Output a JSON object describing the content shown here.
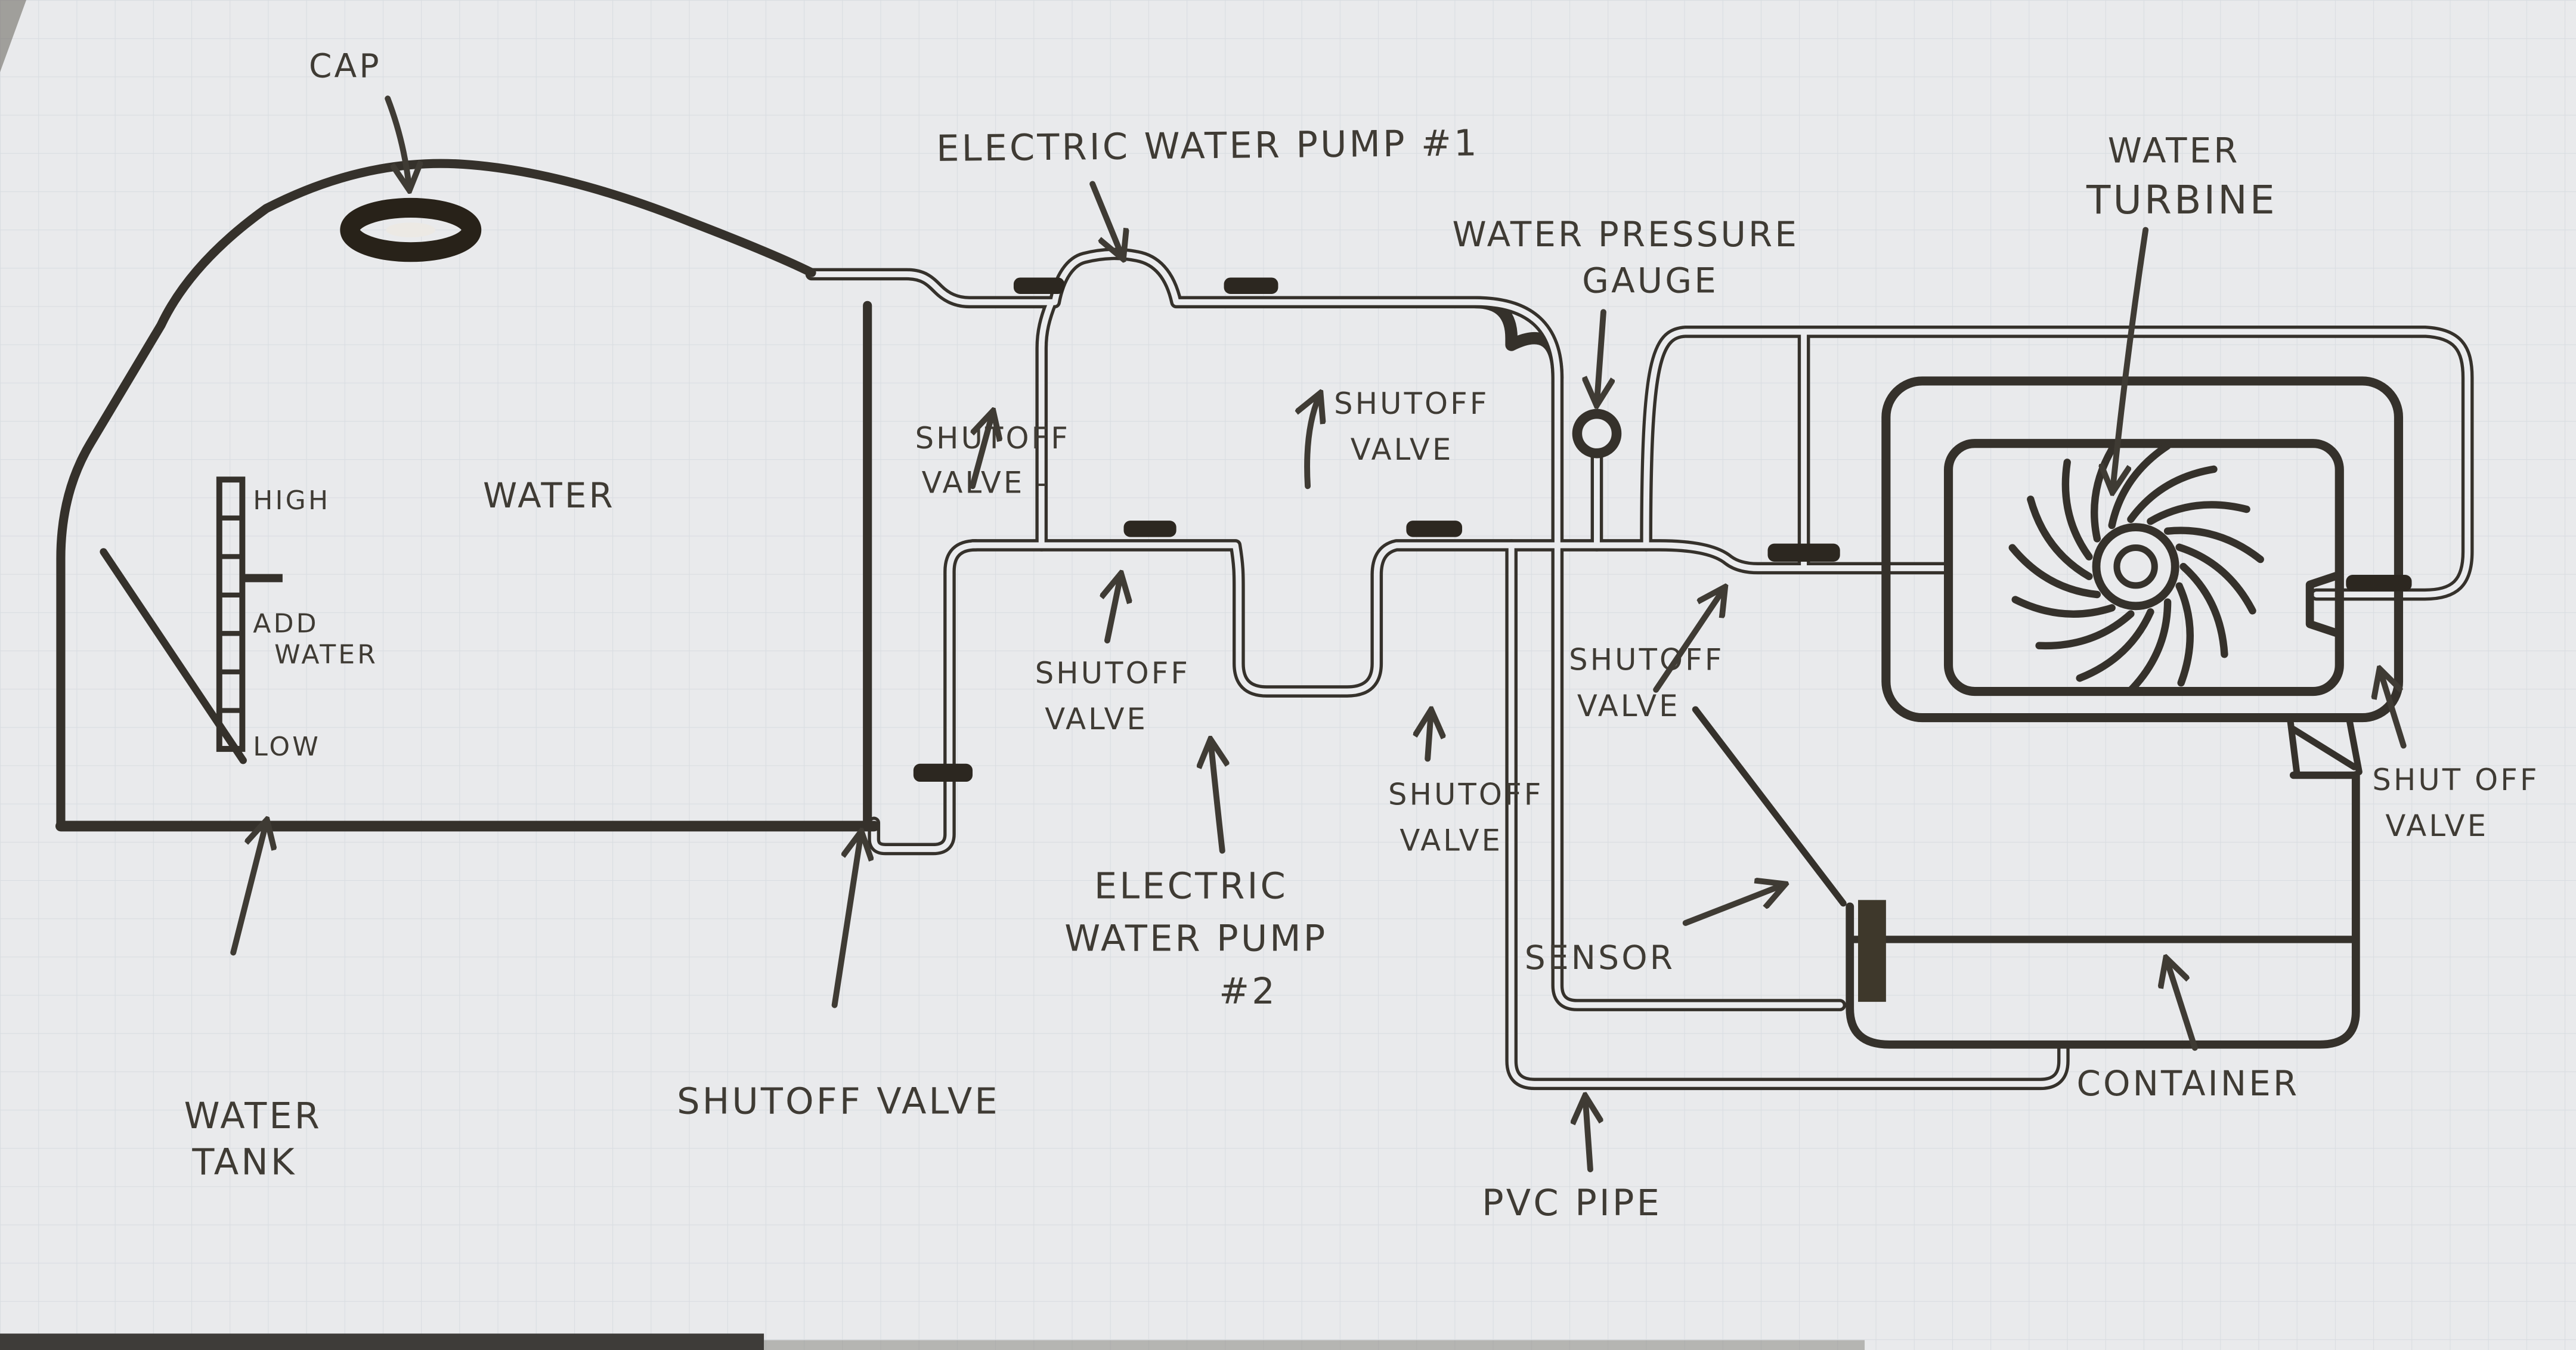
{
  "theme": {
    "ink": "#35312b",
    "paper": "#e9eaec",
    "valve_color": "#2c2720",
    "sensor_color": "#3e382b",
    "text_color": "#3f3b34",
    "grid_color": "#ccd1d9"
  },
  "labels": {
    "cap": "CAP",
    "pump1": "ELECTRIC WATER PUMP #1",
    "pressure_gauge_1": "WATER PRESSURE",
    "pressure_gauge_2": "GAUGE",
    "turbine_1": "WATER",
    "turbine_2": "TURBINE",
    "tank_water": "WATER",
    "level_high": "HIGH",
    "level_add": "ADD",
    "level_add_water": "WATER",
    "level_low": "LOW",
    "water_tank_1": "WATER",
    "water_tank_2": "TANK",
    "shutoff_outlet": "SHUTOFF VALVE",
    "shutoff_a_1": "SHUTOFF",
    "shutoff_a_2": "VALVE -",
    "shutoff_b_1": "SHUTOFF",
    "shutoff_b_2": "VALVE",
    "shutoff_c_1": "SHUTOFF",
    "shutoff_c_2": "VALVE",
    "shutoff_d_1": "SHUTOFF",
    "shutoff_d_2": "VALVE",
    "shutoff_e_1": "SHUTOFF",
    "shutoff_e_2": "VALVE",
    "shutoff_f_1": "SHUT OFF",
    "shutoff_f_2": "VALVE",
    "pump2_1": "ELECTRIC",
    "pump2_2": "WATER PUMP",
    "pump2_3": "#2",
    "sensor": "SENSOR",
    "container": "CONTAINER",
    "pvc_pipe": "PVC PIPE"
  },
  "turbine": {
    "blade_count": 15
  }
}
